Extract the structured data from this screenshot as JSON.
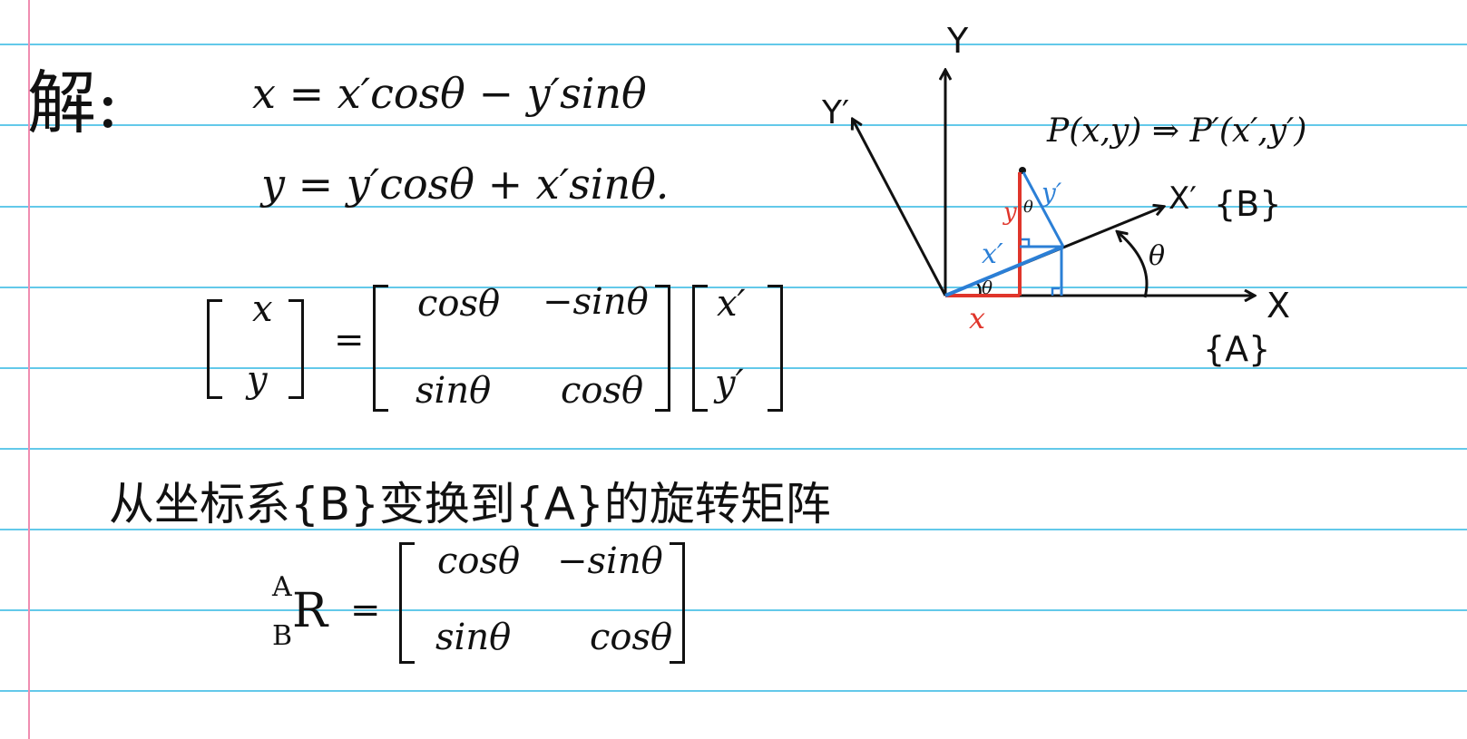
{
  "solution_label": "解:",
  "equations": {
    "eq1": "x = x′cosθ − y′sinθ",
    "eq2": "y = y′cosθ + x′sinθ."
  },
  "matrix_equation": {
    "lhs": [
      "x",
      "y"
    ],
    "equals": "=",
    "matrix": [
      [
        "cosθ",
        "−sinθ"
      ],
      [
        "sinθ",
        "cosθ"
      ]
    ],
    "rhs": [
      "x′",
      "y′"
    ]
  },
  "caption": "从坐标系{B}变换到{A}的旋转矩阵",
  "rotation_matrix": {
    "superscript": "A",
    "subscript": "B",
    "symbol": "R",
    "equals": "=",
    "matrix": [
      [
        "cosθ",
        "−sinθ"
      ],
      [
        "sinθ",
        "cosθ"
      ]
    ]
  },
  "diagram": {
    "axis_y": "Y",
    "axis_x": "X",
    "axis_y_prime": "Y′",
    "axis_x_prime": "X′",
    "frame_B": "{B}",
    "frame_A": "{A}",
    "angle_label": "θ",
    "inner_angle": "θ",
    "top_angle": "θ",
    "point_mapping": "P(x,y) ⇒ P′(x′,y′)",
    "label_x_red": "x",
    "label_y_red": "y",
    "label_x_prime_blue": "x′",
    "label_y_prime_blue": "y′",
    "colors": {
      "red": "#e0352b",
      "blue": "#2b7fd6",
      "ink": "#111111"
    }
  }
}
